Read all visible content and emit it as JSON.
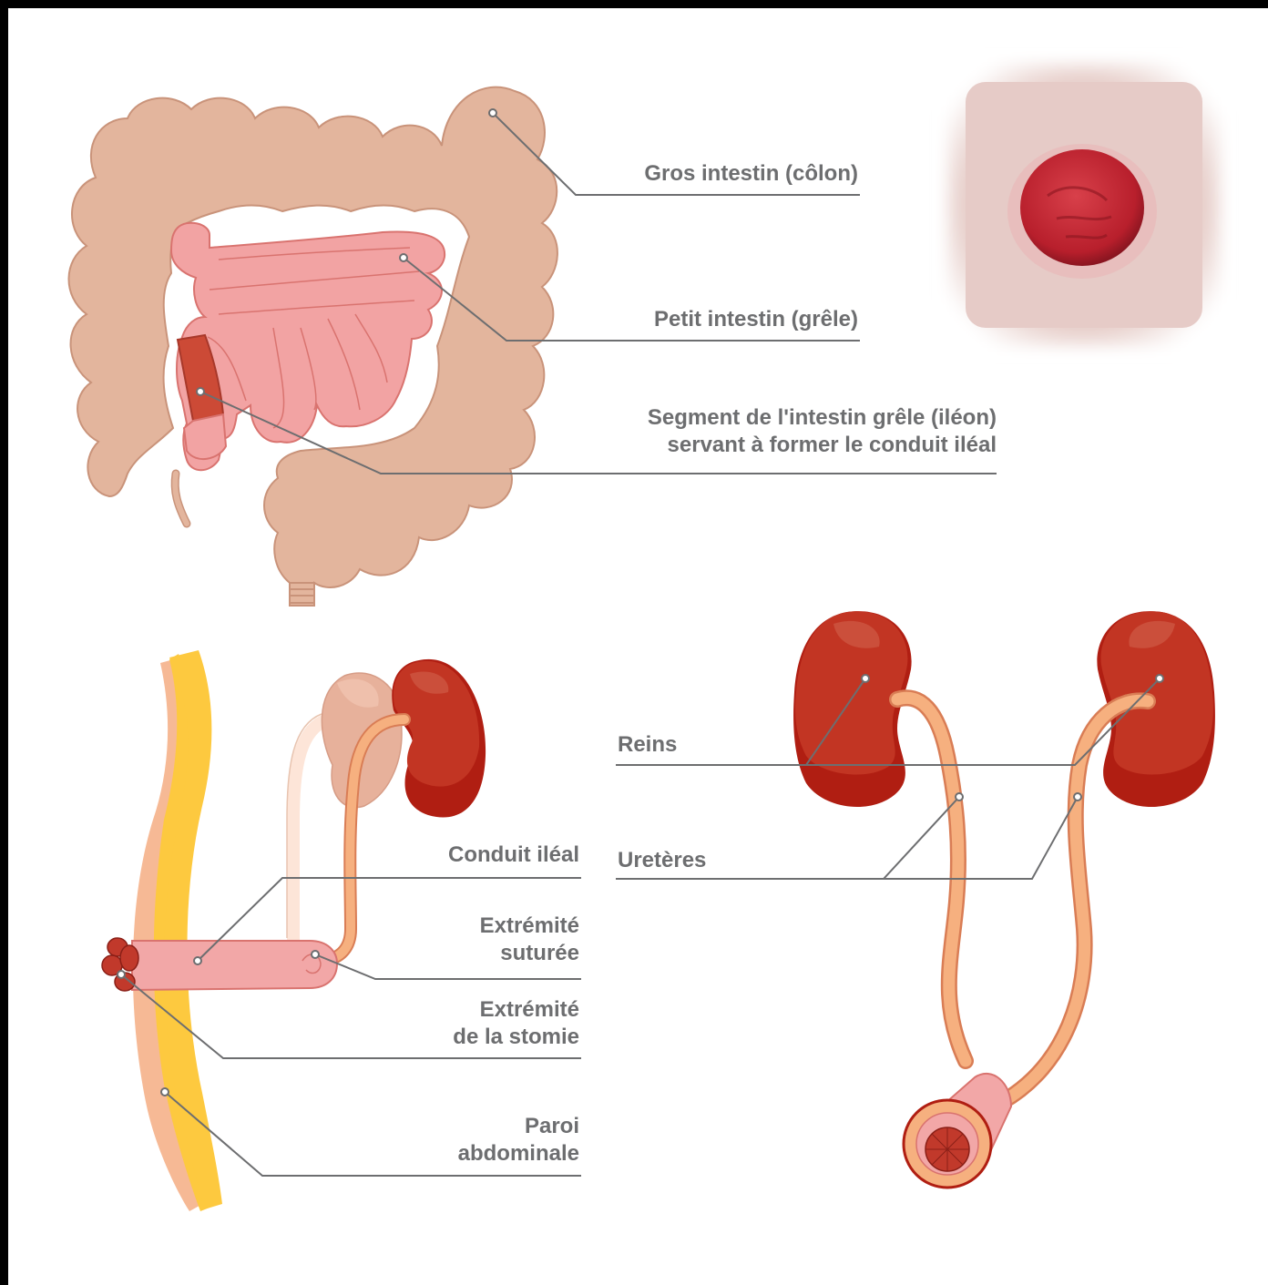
{
  "labels": {
    "colon": "Gros intestin (côlon)",
    "small_intestine": "Petit intestin (grêle)",
    "segment_line1": "Segment de l'intestin grêle (iléon)",
    "segment_line2": "servant à former le conduit iléal",
    "ileal_conduit": "Conduit iléal",
    "sutured_end_line1": "Extrémité",
    "sutured_end_line2": "suturée",
    "stoma_end_line1": "Extrémité",
    "stoma_end_line2": "de la stomie",
    "abdominal_wall_line1": "Paroi",
    "abdominal_wall_line2": "abdominale",
    "kidneys": "Reins",
    "ureters": "Uretères"
  },
  "colors": {
    "label_text": "#6d6e70",
    "leader_line": "#6d6e70",
    "colon": "#e3b59d",
    "colon_outline": "#c9937a",
    "small_intestine": "#f2a3a3",
    "small_intestine_outline": "#d9736f",
    "ileum_segment": "#cc4a36",
    "kidney": "#c23523",
    "kidney_dark": "#b01e12",
    "ureter": "#f6b07f",
    "ureter_outline": "#d97d55",
    "abdominal_wall": "#fdc93f",
    "abdominal_wall_edge": "#f6b995",
    "stoma": "#c1392b"
  }
}
